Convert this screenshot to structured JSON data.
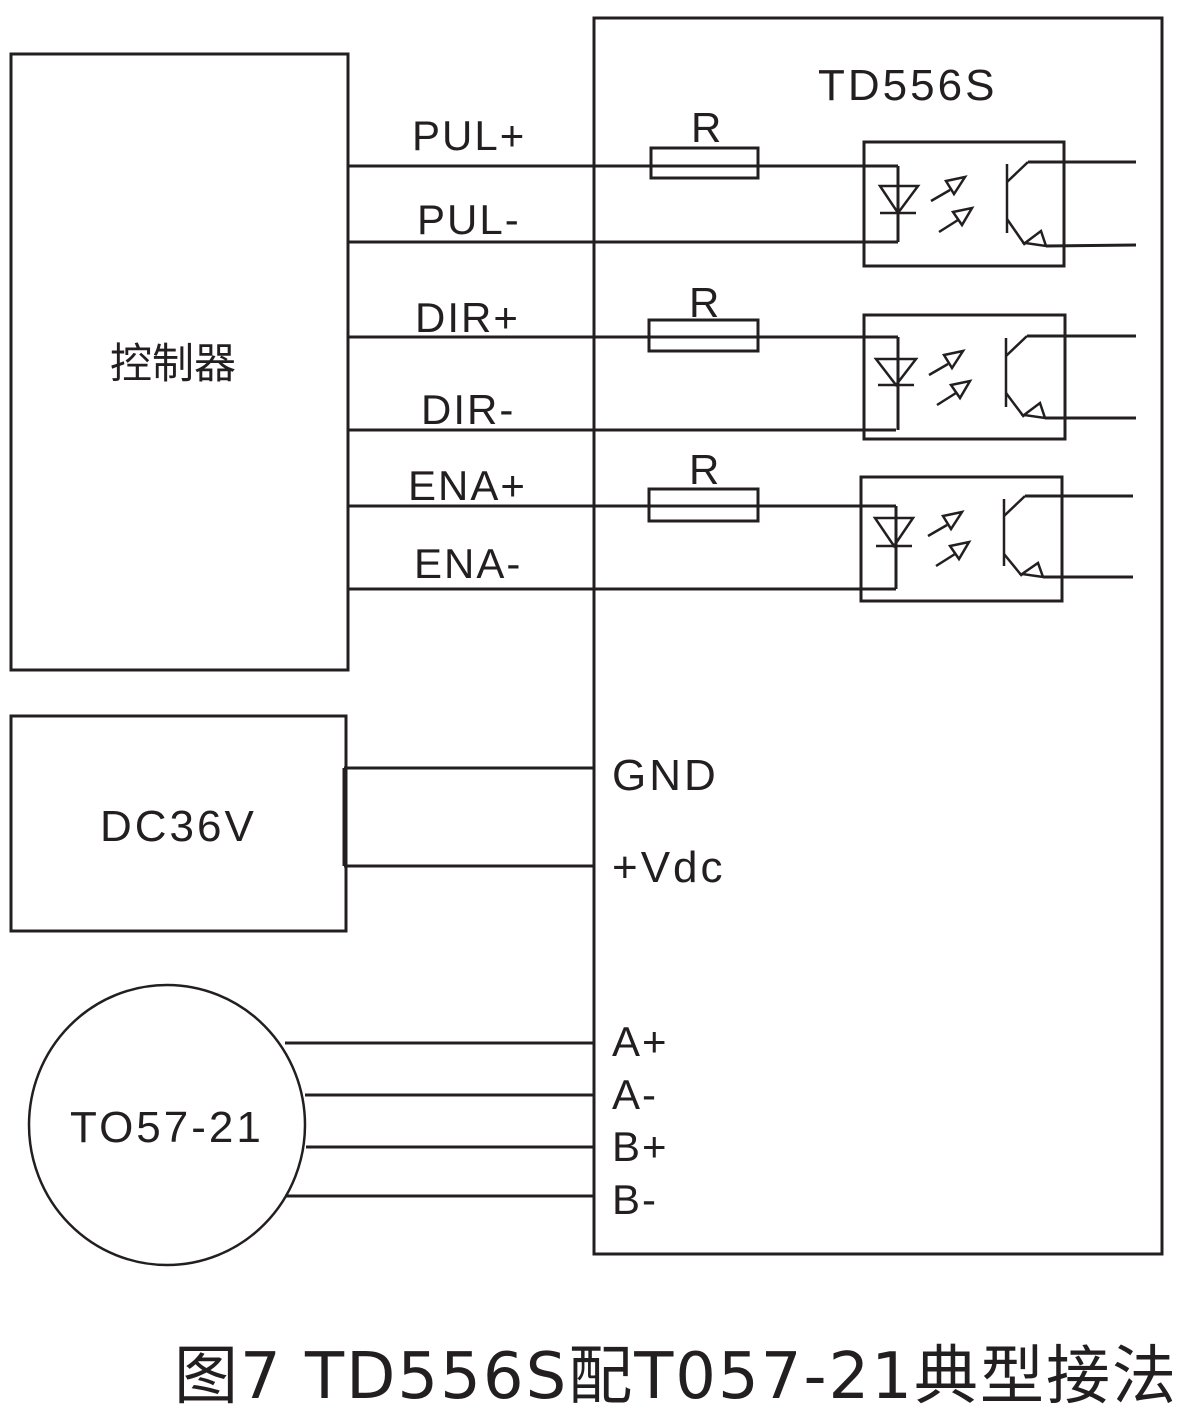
{
  "driver": {
    "name": "TD556S"
  },
  "controller": {
    "label": "控制器"
  },
  "power_supply": {
    "label": "DC36V"
  },
  "motor": {
    "label": "TO57-21"
  },
  "signals": [
    {
      "label": "PUL+"
    },
    {
      "label": "PUL-"
    },
    {
      "label": "DIR+"
    },
    {
      "label": "DIR-"
    },
    {
      "label": "ENA+"
    },
    {
      "label": "ENA-"
    }
  ],
  "resistor_label": "R",
  "power_terminals": [
    {
      "label": "GND"
    },
    {
      "label": "+Vdc"
    }
  ],
  "motor_terminals": [
    {
      "label": "A+"
    },
    {
      "label": "A-"
    },
    {
      "label": "B+"
    },
    {
      "label": "B-"
    }
  ],
  "caption": "图7 TD556S配T057-21典型接法",
  "colors": {
    "line": "#231f20",
    "background": "#ffffff"
  }
}
